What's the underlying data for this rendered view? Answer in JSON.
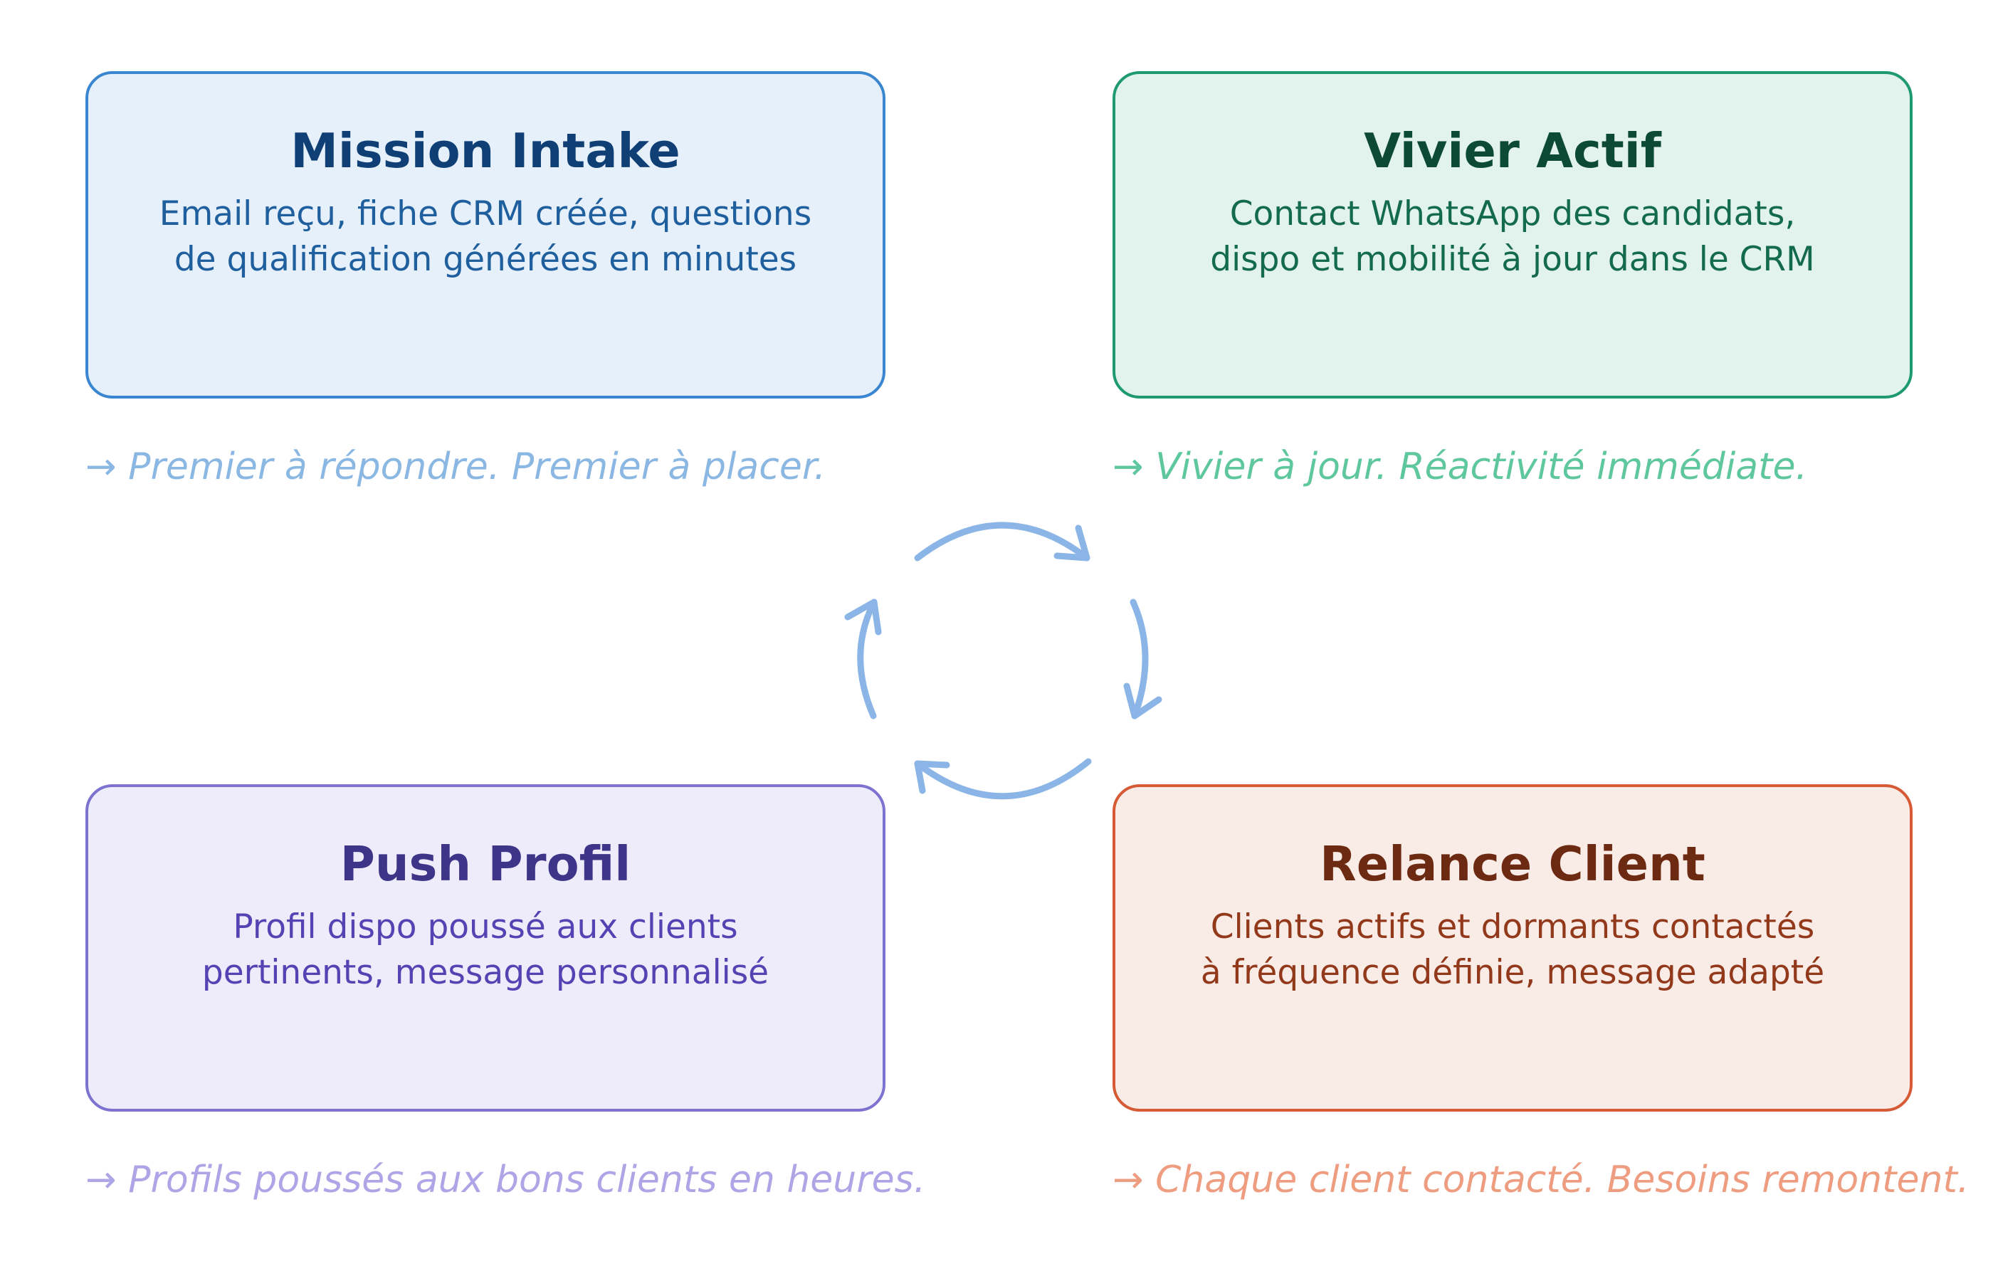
{
  "colors": {
    "arrow": "#8ab5e6",
    "mission_accent": "#3a86d1",
    "vivier_accent": "#1f9a70",
    "push_accent": "#7e72d0",
    "relance_accent": "#d55a35"
  },
  "cards": {
    "mission_intake": {
      "title": "Mission Intake",
      "line1": "Email reçu, fiche CRM créée, questions",
      "line2": "de qualification générées en minutes",
      "tagline": "→ Premier à répondre. Premier à placer."
    },
    "vivier_actif": {
      "title": "Vivier Actif",
      "line1": "Contact WhatsApp des candidats,",
      "line2": "dispo et mobilité à jour dans le CRM",
      "tagline": "→ Vivier à jour. Réactivité immédiate."
    },
    "push_profil": {
      "title": "Push Profil",
      "line1": "Profil dispo poussé aux clients",
      "line2": "pertinents, message personnalisé",
      "tagline": "→ Profils poussés aux bons clients en heures."
    },
    "relance_client": {
      "title": "Relance Client",
      "line1": "Clients actifs et dormants contactés",
      "line2": "à fréquence définie, message adapté",
      "tagline": "→ Chaque client contacté. Besoins remontent."
    }
  },
  "cycle": {
    "icon": "cycle-arrows-icon"
  }
}
